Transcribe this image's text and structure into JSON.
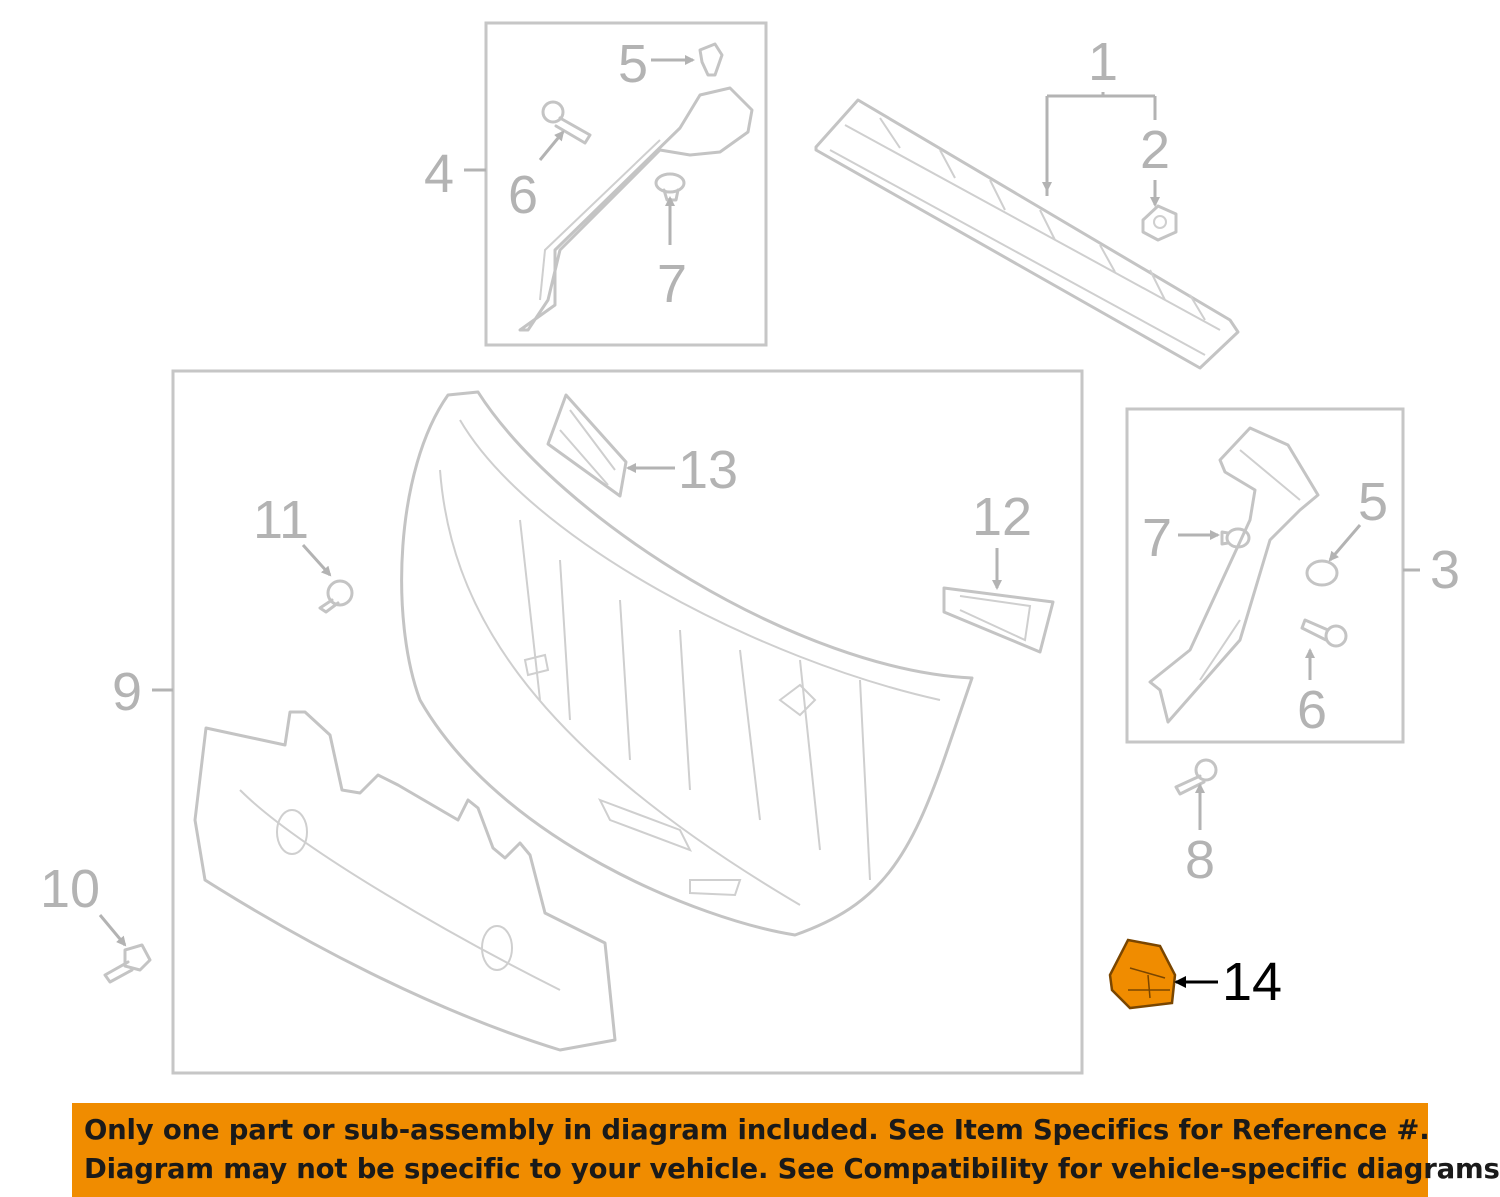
{
  "diagram": {
    "callouts": {
      "c1": "1",
      "c2": "2",
      "c3": "3",
      "c4": "4",
      "c5a": "5",
      "c5b": "5",
      "c6a": "6",
      "c6b": "6",
      "c7a": "7",
      "c7b": "7",
      "c8": "8",
      "c9": "9",
      "c10": "10",
      "c11": "11",
      "c12": "12",
      "c13": "13",
      "c14": "14"
    },
    "highlighted_part": "14",
    "highlight_color": "#f08c00",
    "line_color": "#c4c4c4"
  },
  "banner": {
    "line1": "Only one part or sub-assembly in diagram included. See Item Specifics for Reference #.",
    "line2": "Diagram may not be specific to your vehicle. See Compatibility for vehicle-specific diagrams.",
    "background": "#f08c00"
  }
}
